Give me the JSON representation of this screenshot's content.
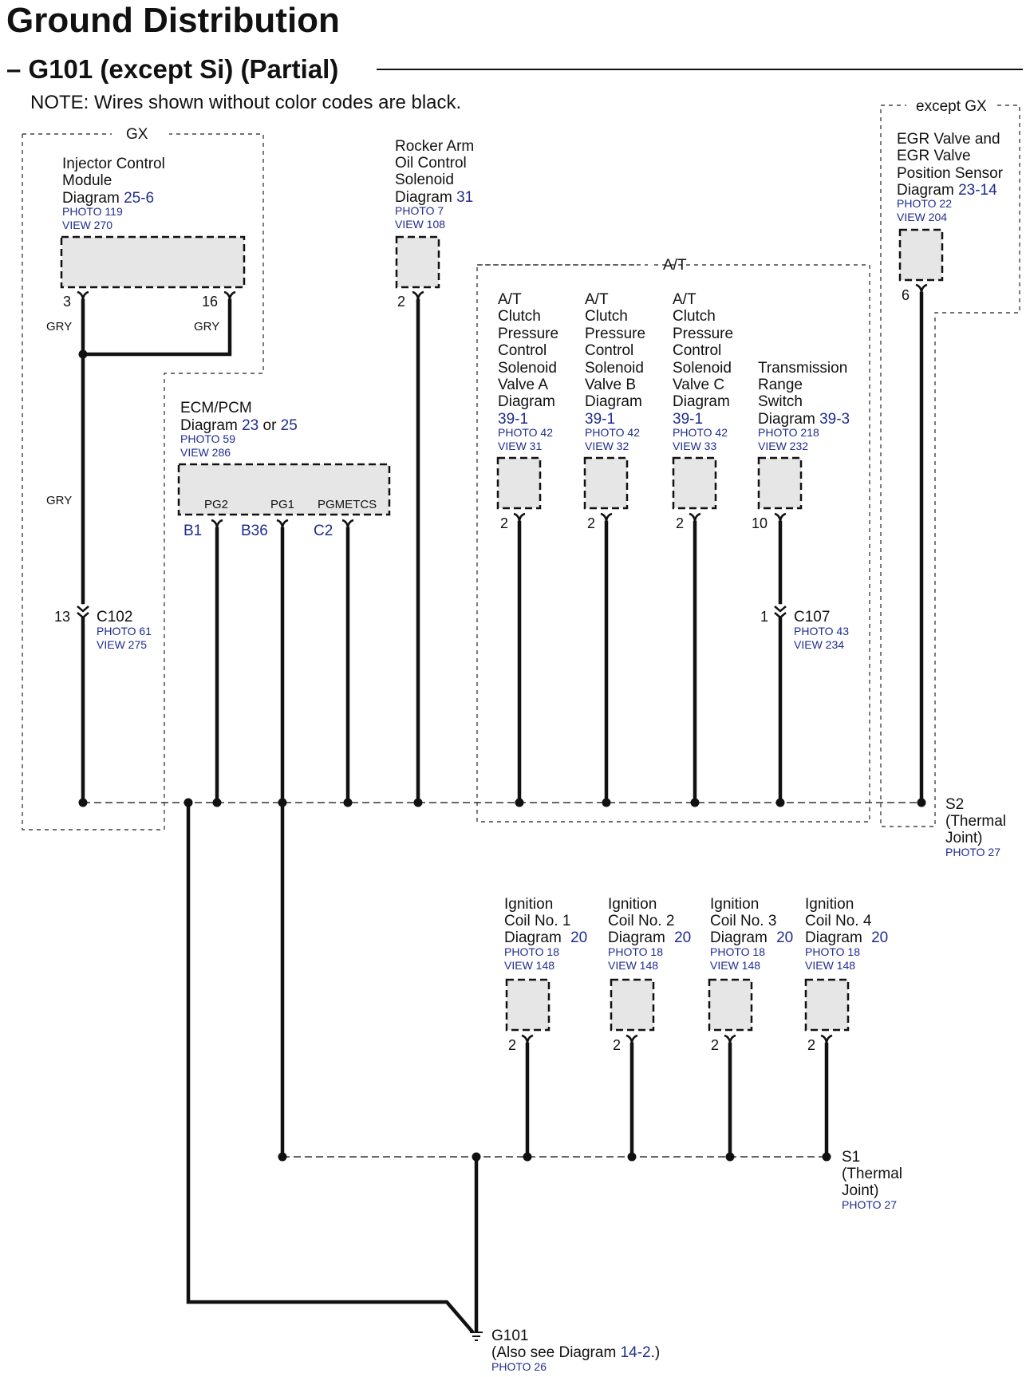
{
  "title": "Ground Distribution",
  "subtitle": "– G101 (except Si) (Partial)",
  "note": "NOTE: Wires shown without color codes are black.",
  "regions": {
    "gx": "GX",
    "at": "A/T",
    "except_gx": "except GX"
  },
  "components": {
    "injector": {
      "line1": "Injector Control",
      "line2": "Module",
      "diagram_prefix": "Diagram ",
      "diagram_ref": "25-6",
      "photo": "PHOTO 119",
      "view": "VIEW 270",
      "pins": [
        "3",
        "16"
      ],
      "wire_colors": [
        "GRY",
        "GRY",
        "GRY"
      ]
    },
    "rocker": {
      "line1": "Rocker Arm",
      "line2": "Oil Control",
      "line3": "Solenoid",
      "diagram_prefix": "Diagram ",
      "diagram_ref": "31",
      "photo": "PHOTO 7",
      "view": "VIEW 108",
      "pin": "2"
    },
    "egr": {
      "line1": "EGR Valve and",
      "line2": "EGR Valve",
      "line3": "Position Sensor",
      "diagram_prefix": "Diagram ",
      "diagram_ref": "23-14",
      "photo": "PHOTO 22",
      "view": "VIEW 204",
      "pin": "6"
    },
    "ecm": {
      "line1": "ECM/PCM",
      "diagram_prefix": "Diagram ",
      "diagram_ref_a": "23",
      "diagram_or": " or ",
      "diagram_ref_b": "25",
      "photo": "PHOTO 59",
      "view": "VIEW 286",
      "pin_names": [
        "PG2",
        "PG1",
        "PGMETCS"
      ],
      "pin_ids": [
        "B1",
        "B36",
        "C2"
      ]
    },
    "solenoid_a": {
      "lines": [
        "A/T",
        "Clutch",
        "Pressure",
        "Control",
        "Solenoid",
        "Valve A",
        "Diagram"
      ],
      "diagram_ref": "39-1",
      "photo": "PHOTO 42",
      "view": "VIEW 31",
      "pin": "2"
    },
    "solenoid_b": {
      "lines": [
        "A/T",
        "Clutch",
        "Pressure",
        "Control",
        "Solenoid",
        "Valve B",
        "Diagram"
      ],
      "diagram_ref": "39-1",
      "photo": "PHOTO 42",
      "view": "VIEW 32",
      "pin": "2"
    },
    "solenoid_c": {
      "lines": [
        "A/T",
        "Clutch",
        "Pressure",
        "Control",
        "Solenoid",
        "Valve C",
        "Diagram"
      ],
      "diagram_ref": "39-1",
      "photo": "PHOTO 42",
      "view": "VIEW 33",
      "pin": "2"
    },
    "trans_range": {
      "lines": [
        "Transmission",
        "Range",
        "Switch"
      ],
      "diagram_prefix": "Diagram ",
      "diagram_ref": "39-3",
      "photo": "PHOTO 218",
      "view": "VIEW 232",
      "pin": "10"
    },
    "coil1": {
      "line1": "Ignition",
      "line2": "Coil No. 1",
      "diagram_prefix": "Diagram ",
      "diagram_ref": "20",
      "photo": "PHOTO 18",
      "view": "VIEW 148",
      "pin": "2"
    },
    "coil2": {
      "line1": "Ignition",
      "line2": "Coil No. 2",
      "diagram_prefix": "Diagram ",
      "diagram_ref": "20",
      "photo": "PHOTO 18",
      "view": "VIEW 148",
      "pin": "2"
    },
    "coil3": {
      "line1": "Ignition",
      "line2": "Coil No. 3",
      "diagram_prefix": "Diagram ",
      "diagram_ref": "20",
      "photo": "PHOTO 18",
      "view": "VIEW 148",
      "pin": "2"
    },
    "coil4": {
      "line1": "Ignition",
      "line2": "Coil No. 4",
      "diagram_prefix": "Diagram ",
      "diagram_ref": "20",
      "photo": "PHOTO 18",
      "view": "VIEW 148",
      "pin": "2"
    }
  },
  "connectors": {
    "c102": {
      "pin": "13",
      "name": "C102",
      "photo": "PHOTO 61",
      "view": "VIEW 275"
    },
    "c107": {
      "pin": "1",
      "name": "C107",
      "photo": "PHOTO 43",
      "view": "VIEW 234"
    }
  },
  "joints": {
    "s2": {
      "name": "S2",
      "line2": "(Thermal",
      "line3": "Joint)",
      "photo": "PHOTO 27"
    },
    "s1": {
      "name": "S1",
      "line2": "(Thermal",
      "line3": "Joint)",
      "photo": "PHOTO 27"
    }
  },
  "ground": {
    "name": "G101",
    "line2_prefix": "(Also see Diagram ",
    "line2_ref": "14-2",
    "line2_suffix": ".)",
    "photo": "PHOTO 26"
  }
}
